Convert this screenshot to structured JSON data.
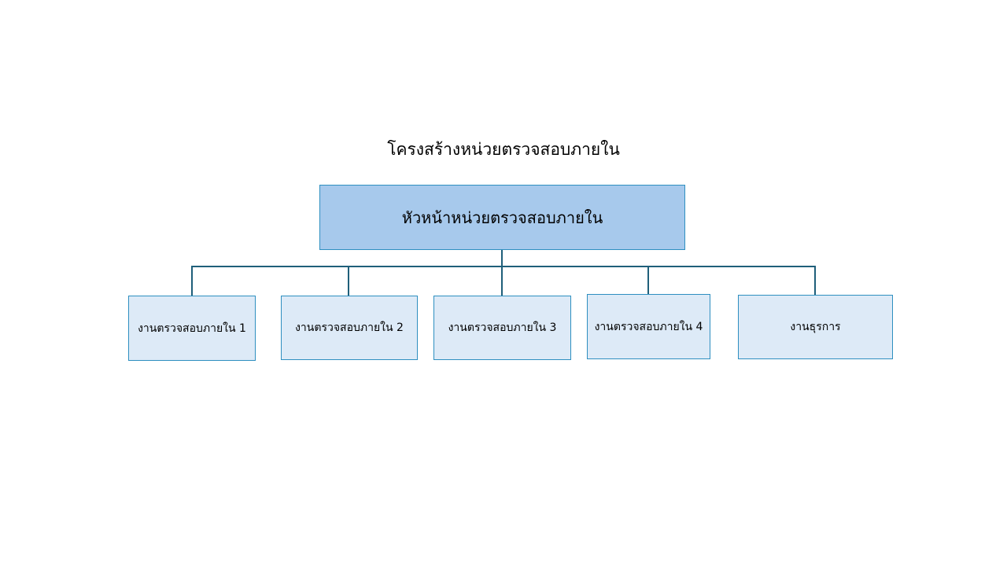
{
  "diagram": {
    "title": "โครงสร้างหน่วยตรวจสอบภายใน",
    "head": {
      "label": "หัวหน้าหน่วยตรวจสอบภายใน"
    },
    "children": [
      {
        "label": "งานตรวจสอบภายใน 1"
      },
      {
        "label": "งานตรวจสอบภายใน 2"
      },
      {
        "label": "งานตรวจสอบภายใน 3"
      },
      {
        "label": "งานตรวจสอบภายใน 4"
      },
      {
        "label": "งานธุรการ"
      }
    ]
  }
}
